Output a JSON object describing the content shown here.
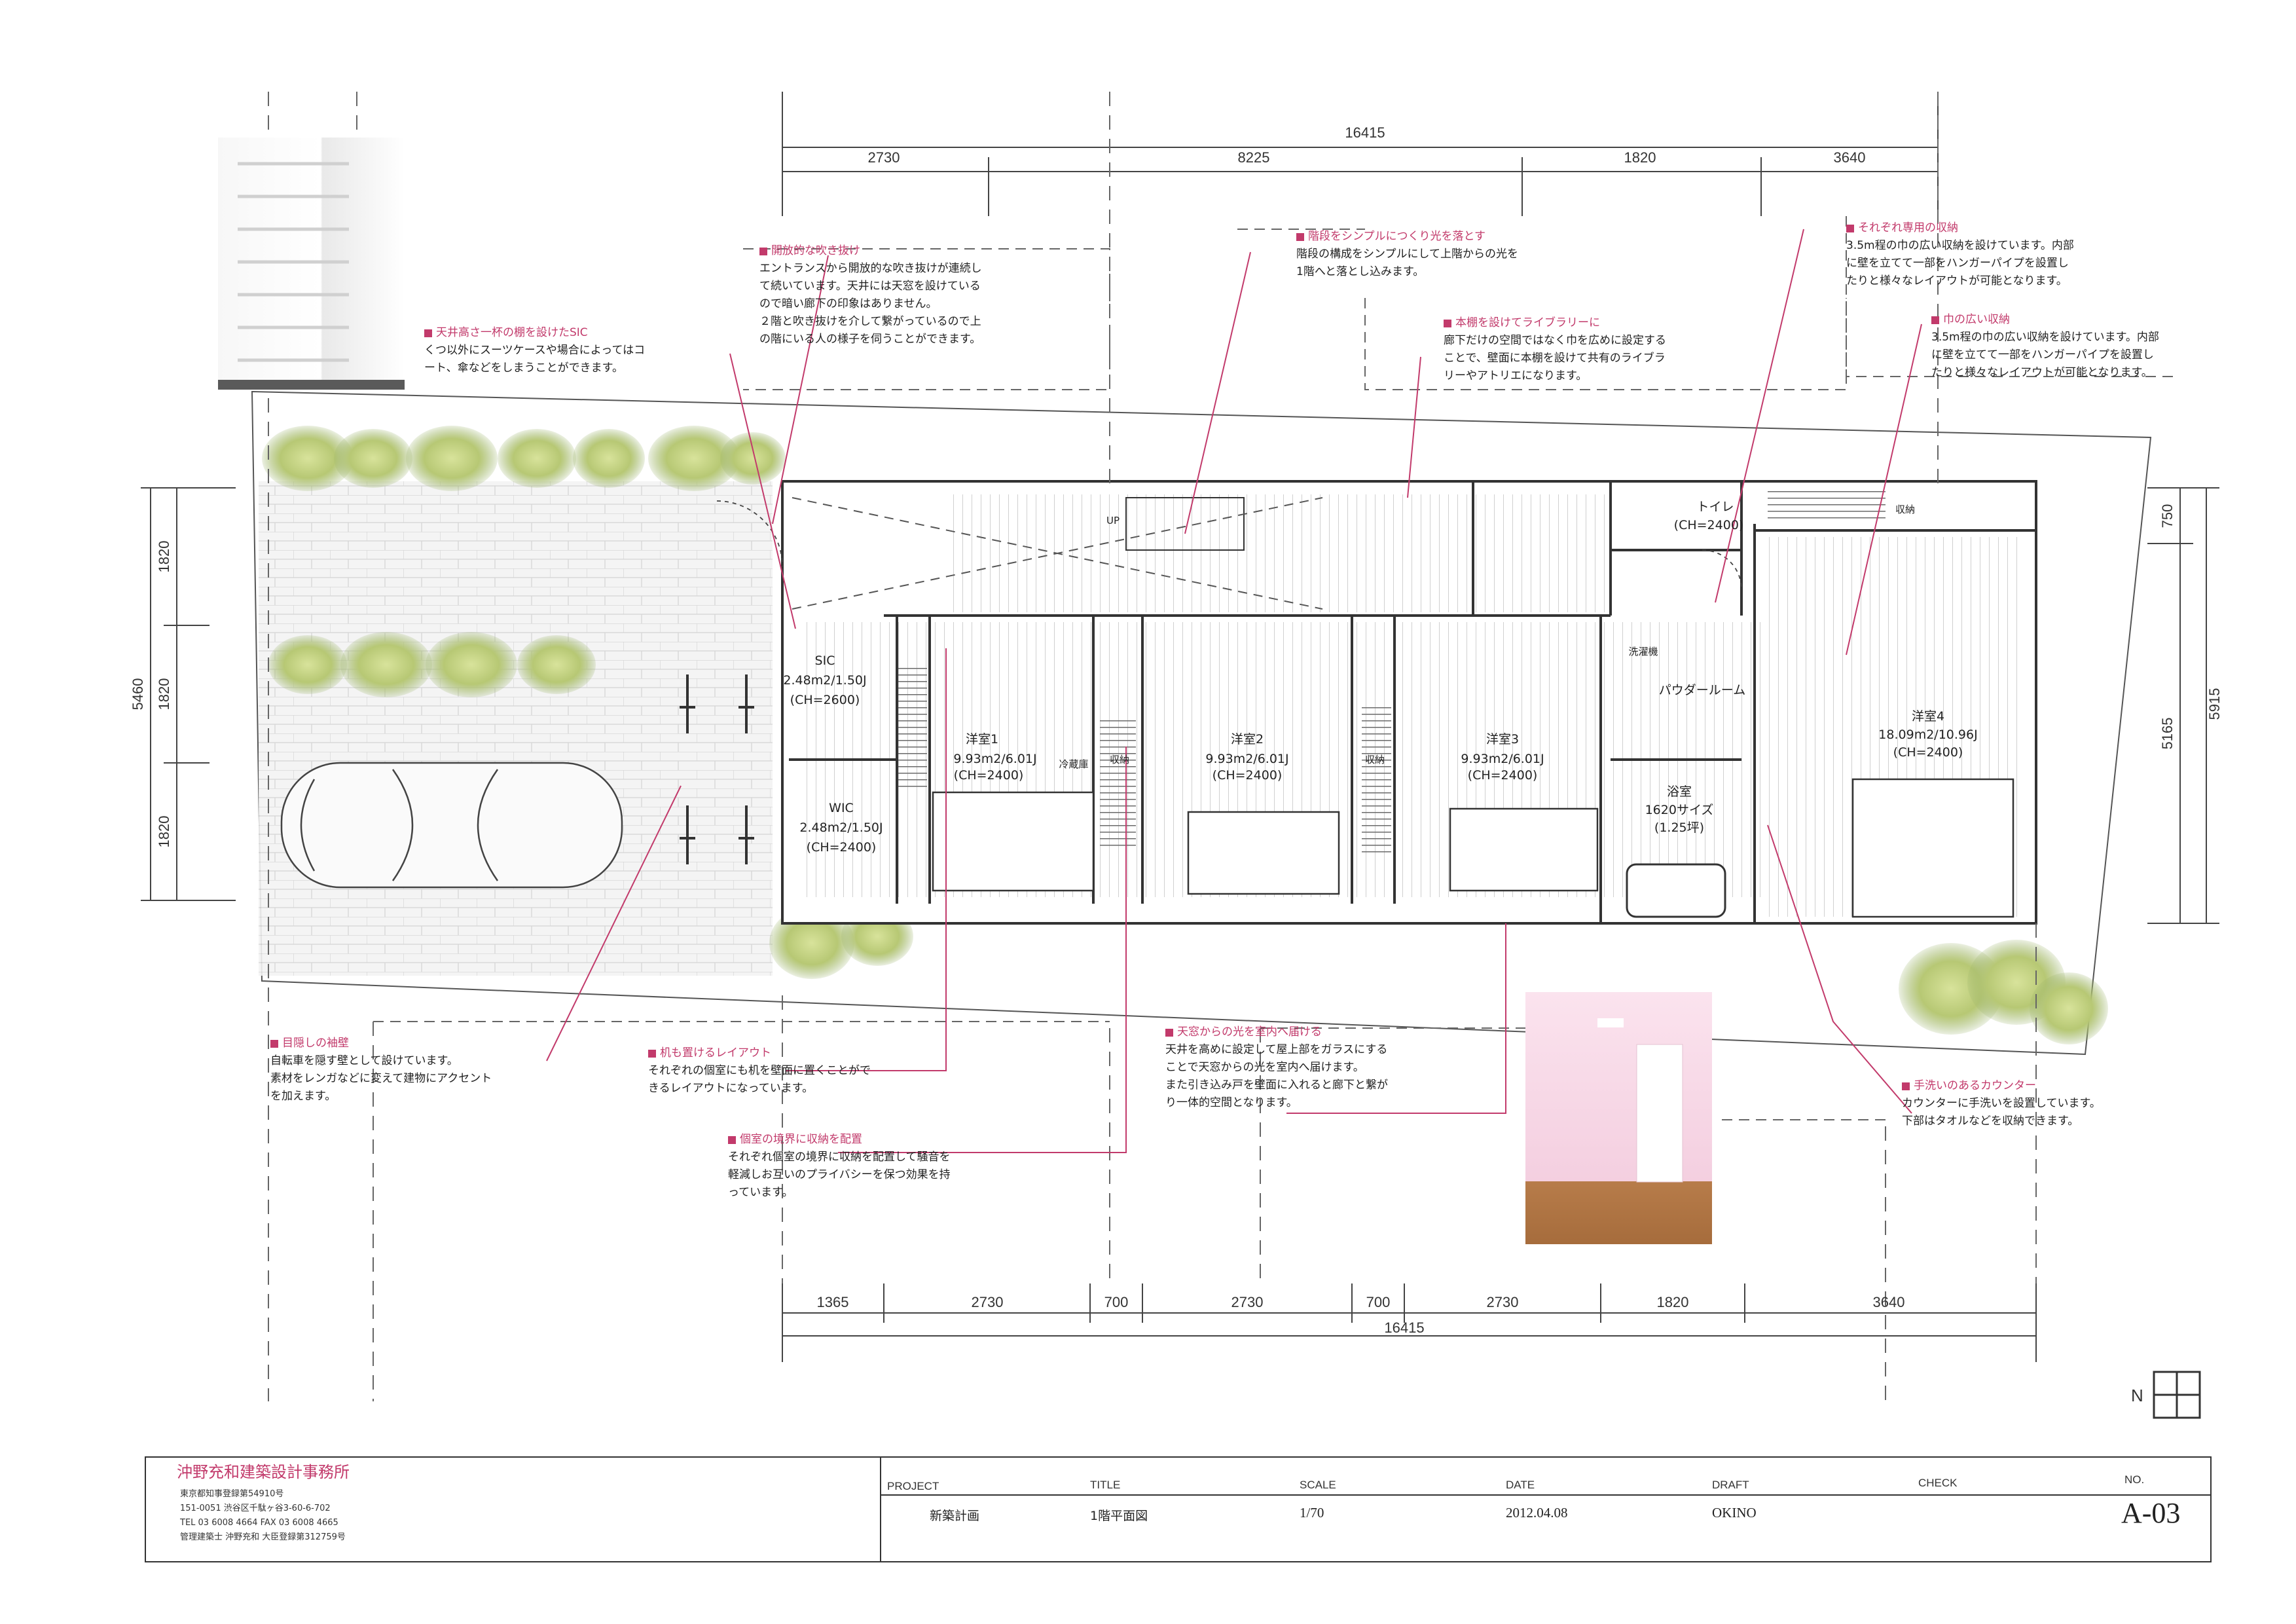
{
  "colors": {
    "accent": "#c23a6b",
    "line": "#333333",
    "dim": "#444444",
    "dashed": "#555555",
    "greenery": "#a9c06a"
  },
  "top_dims": {
    "total": "16415",
    "segments": [
      "2730",
      "8225",
      "1820",
      "3640"
    ]
  },
  "bottom_dims": {
    "total": "16415",
    "segments": [
      "1365",
      "2730",
      "700",
      "2730",
      "700",
      "2730",
      "1820",
      "3640"
    ]
  },
  "left_dims": {
    "total": "5460",
    "segments": [
      "1820",
      "1820",
      "1820"
    ]
  },
  "right_dims": {
    "segments": [
      "750",
      "5165"
    ],
    "total": "5915"
  },
  "rooms": {
    "sic": {
      "name": "SIC",
      "area": "2.48m2/1.50J",
      "ch": "(CH=2600)"
    },
    "wic": {
      "name": "WIC",
      "area": "2.48m2/1.50J",
      "ch": "(CH=2400)"
    },
    "room1": {
      "name": "洋室1",
      "area": "9.93m2/6.01J",
      "ch": "(CH=2400)"
    },
    "room2": {
      "name": "洋室2",
      "area": "9.93m2/6.01J",
      "ch": "(CH=2400)"
    },
    "room3": {
      "name": "洋室3",
      "area": "9.93m2/6.01J",
      "ch": "(CH=2400)"
    },
    "room4": {
      "name": "洋室4",
      "area": "18.09m2/10.96J",
      "ch": "(CH=2400)"
    },
    "toilet": {
      "name": "トイレ",
      "ch": "(CH=2400)"
    },
    "powder": {
      "name": "パウダールーム"
    },
    "bath": {
      "name": "浴室",
      "size": "1620サイズ",
      "tsubo": "(1.25坪)"
    },
    "washer": {
      "name": "洗濯機"
    },
    "fridge": {
      "name": "冷蔵庫"
    },
    "storage_labels": [
      "収納",
      "収納",
      "収納"
    ],
    "up": "UP"
  },
  "notes": {
    "sic": {
      "title": "天井高さ一杯の棚を設けたSIC",
      "body": "くつ以外にスーツケースや場合によってはコ\nート、傘などをしまうことができます。"
    },
    "void": {
      "title": "開放的な吹き抜け",
      "body": "エントランスから開放的な吹き抜けが連続し\nて続いています。天井には天窓を設けている\nので暗い廊下の印象はありません。\n２階と吹き抜けを介して繋がっているので上\nの階にいる人の様子を伺うことができます。"
    },
    "stairs": {
      "title": "階段をシンプルにつくり光を落とす",
      "body": "階段の構成をシンプルにして上階からの光を\n1階へと落とし込みます。"
    },
    "library": {
      "title": "本棚を設けてライブラリーに",
      "body": "廊下だけの空間ではなく巾を広めに設定する\nことで、壁面に本棚を設けて共有のライブラ\nリーやアトリエになります。"
    },
    "own_storage": {
      "title": "それぞれ専用の収納",
      "body": "3.5m程の巾の広い収納を設けています。内部\nに壁を立てて一部をハンガーパイプを設置し\nたりと様々なレイアウトが可能となります。"
    },
    "wide_storage": {
      "title": "巾の広い収納",
      "body": "3.5m程の巾の広い収納を設けています。内部\nに壁を立てて一部をハンガーパイプを設置し\nたりと様々なレイアウトが可能となります。"
    },
    "screen": {
      "title": "目隠しの袖壁",
      "body": "自転車を隠す壁として設けています。\n素材をレンガなどに変えて建物にアクセント\nを加えます。"
    },
    "desk": {
      "title": "机も置けるレイアウト",
      "body": "それぞれの個室にも机を壁面に置くことがで\nきるレイアウトになっています。"
    },
    "partition": {
      "title": "個室の境界に収納を配置",
      "body": "それぞれ個室の境界に収納を配置して騒音を\n軽減しお互いのプライバシーを保つ効果を持\nっています。"
    },
    "skylight": {
      "title": "天窓からの光を室内へ届ける",
      "body": "天井を高めに設定して屋上部をガラスにする\nことで天窓からの光を室内へ届けます。\nまた引き込み戸を壁面に入れると廊下と繋が\nり一体的空間となります。"
    },
    "counter": {
      "title": "手洗いのあるカウンター",
      "body": "カウンターに手洗いを設置しています。\n下部はタオルなどを収納できます。"
    }
  },
  "title_block": {
    "firm": "沖野充和建築設計事務所",
    "firm_lines": [
      "東京都知事登録第54910号",
      "151-0051 渋谷区千駄ヶ谷3-60-6-702",
      "TEL 03 6008 4664 FAX 03 6008 4665",
      "管理建築士 沖野充和 大臣登録第312759号"
    ],
    "headers": {
      "project": "PROJECT",
      "title": "TITLE",
      "scale": "SCALE",
      "date": "DATE",
      "draft": "DRAFT",
      "check": "CHECK",
      "no": "NO."
    },
    "values": {
      "project": "新築計画",
      "title": "1階平面図",
      "scale": "1/70",
      "date": "2012.04.08",
      "draft": "OKINO",
      "check": "",
      "no": "A-03"
    }
  }
}
